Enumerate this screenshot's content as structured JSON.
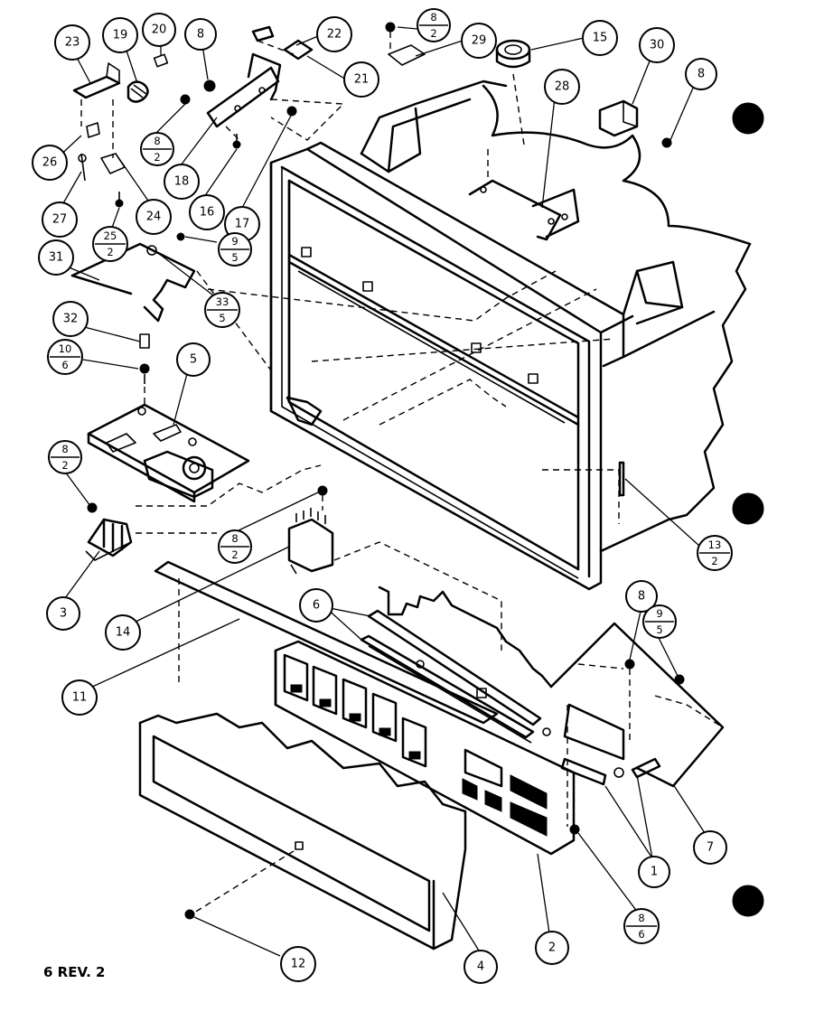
{
  "footer_text": "6 REV. 2",
  "callouts": [
    {
      "id": "c23",
      "text": "23"
    },
    {
      "id": "c19",
      "text": "19"
    },
    {
      "id": "c20",
      "text": "20"
    },
    {
      "id": "c8a",
      "text": "8"
    },
    {
      "id": "c22",
      "text": "22"
    },
    {
      "id": "c8-2a",
      "num": "8",
      "den": "2"
    },
    {
      "id": "c29",
      "text": "29"
    },
    {
      "id": "c15",
      "text": "15"
    },
    {
      "id": "c30",
      "text": "30"
    },
    {
      "id": "c8b",
      "text": "8"
    },
    {
      "id": "c21",
      "text": "21"
    },
    {
      "id": "c28",
      "text": "28"
    },
    {
      "id": "c8-2b",
      "num": "8",
      "den": "2"
    },
    {
      "id": "c26",
      "text": "26"
    },
    {
      "id": "c18",
      "text": "18"
    },
    {
      "id": "c16",
      "text": "16"
    },
    {
      "id": "c17",
      "text": "17"
    },
    {
      "id": "c27",
      "text": "27"
    },
    {
      "id": "c25-2",
      "num": "25",
      "den": "2"
    },
    {
      "id": "c24",
      "text": "24"
    },
    {
      "id": "c9-5a",
      "num": "9",
      "den": "5"
    },
    {
      "id": "c31",
      "text": "31"
    },
    {
      "id": "c33-5",
      "num": "33",
      "den": "5"
    },
    {
      "id": "c32",
      "text": "32"
    },
    {
      "id": "c10-6",
      "num": "10",
      "den": "6"
    },
    {
      "id": "c5",
      "text": "5"
    },
    {
      "id": "c8-2c",
      "num": "8",
      "den": "2"
    },
    {
      "id": "c8-2d",
      "num": "8",
      "den": "2"
    },
    {
      "id": "c13-2",
      "num": "13",
      "den": "2"
    },
    {
      "id": "c3",
      "text": "3"
    },
    {
      "id": "c14",
      "text": "14"
    },
    {
      "id": "c6",
      "text": "6"
    },
    {
      "id": "c8c",
      "text": "8"
    },
    {
      "id": "c9-5b",
      "num": "9",
      "den": "5"
    },
    {
      "id": "c11",
      "text": "11"
    },
    {
      "id": "c7",
      "text": "7"
    },
    {
      "id": "c1",
      "text": "1"
    },
    {
      "id": "c8-6",
      "num": "8",
      "den": "6"
    },
    {
      "id": "c2",
      "text": "2"
    },
    {
      "id": "c12",
      "text": "12"
    },
    {
      "id": "c4",
      "text": "4"
    }
  ]
}
